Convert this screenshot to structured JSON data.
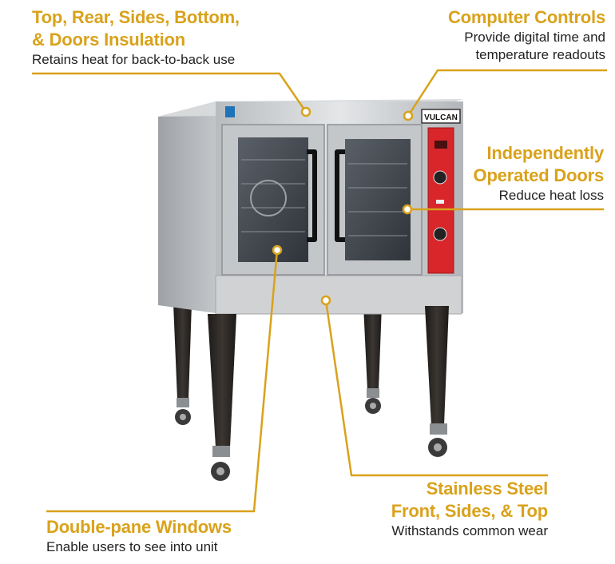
{
  "callouts": {
    "insulation": {
      "title": "Top, Rear, Sides, Bottom,\n& Doors Insulation",
      "desc": "Retains heat for back-to-back use"
    },
    "controls": {
      "title": "Computer Controls",
      "desc": "Provide digital time and\ntemperature readouts"
    },
    "doors": {
      "title": "Independently\nOperated Doors",
      "desc": "Reduce heat loss"
    },
    "steel": {
      "title": "Stainless Steel\nFront, Sides, & Top",
      "desc": "Withstands common wear"
    },
    "windows": {
      "title": "Double-pane Windows",
      "desc": "Enable users to see into unit"
    }
  },
  "brand": {
    "logo_text": "VULCAN"
  },
  "colors": {
    "accent": "#d9a21b",
    "steel": "#c9cbcd",
    "control_panel": "#d8262b",
    "leg": "#2a2623"
  }
}
